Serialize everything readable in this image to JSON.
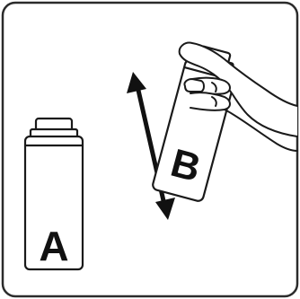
{
  "diagram": {
    "can_a": {
      "label": "A"
    },
    "can_b": {
      "label": "B"
    },
    "motion": {
      "direction": "up-down"
    },
    "colors": {
      "frame": "#2b2b2b",
      "outline": "#1a1a1a",
      "fill": "#ffffff",
      "label": "#111111"
    }
  }
}
